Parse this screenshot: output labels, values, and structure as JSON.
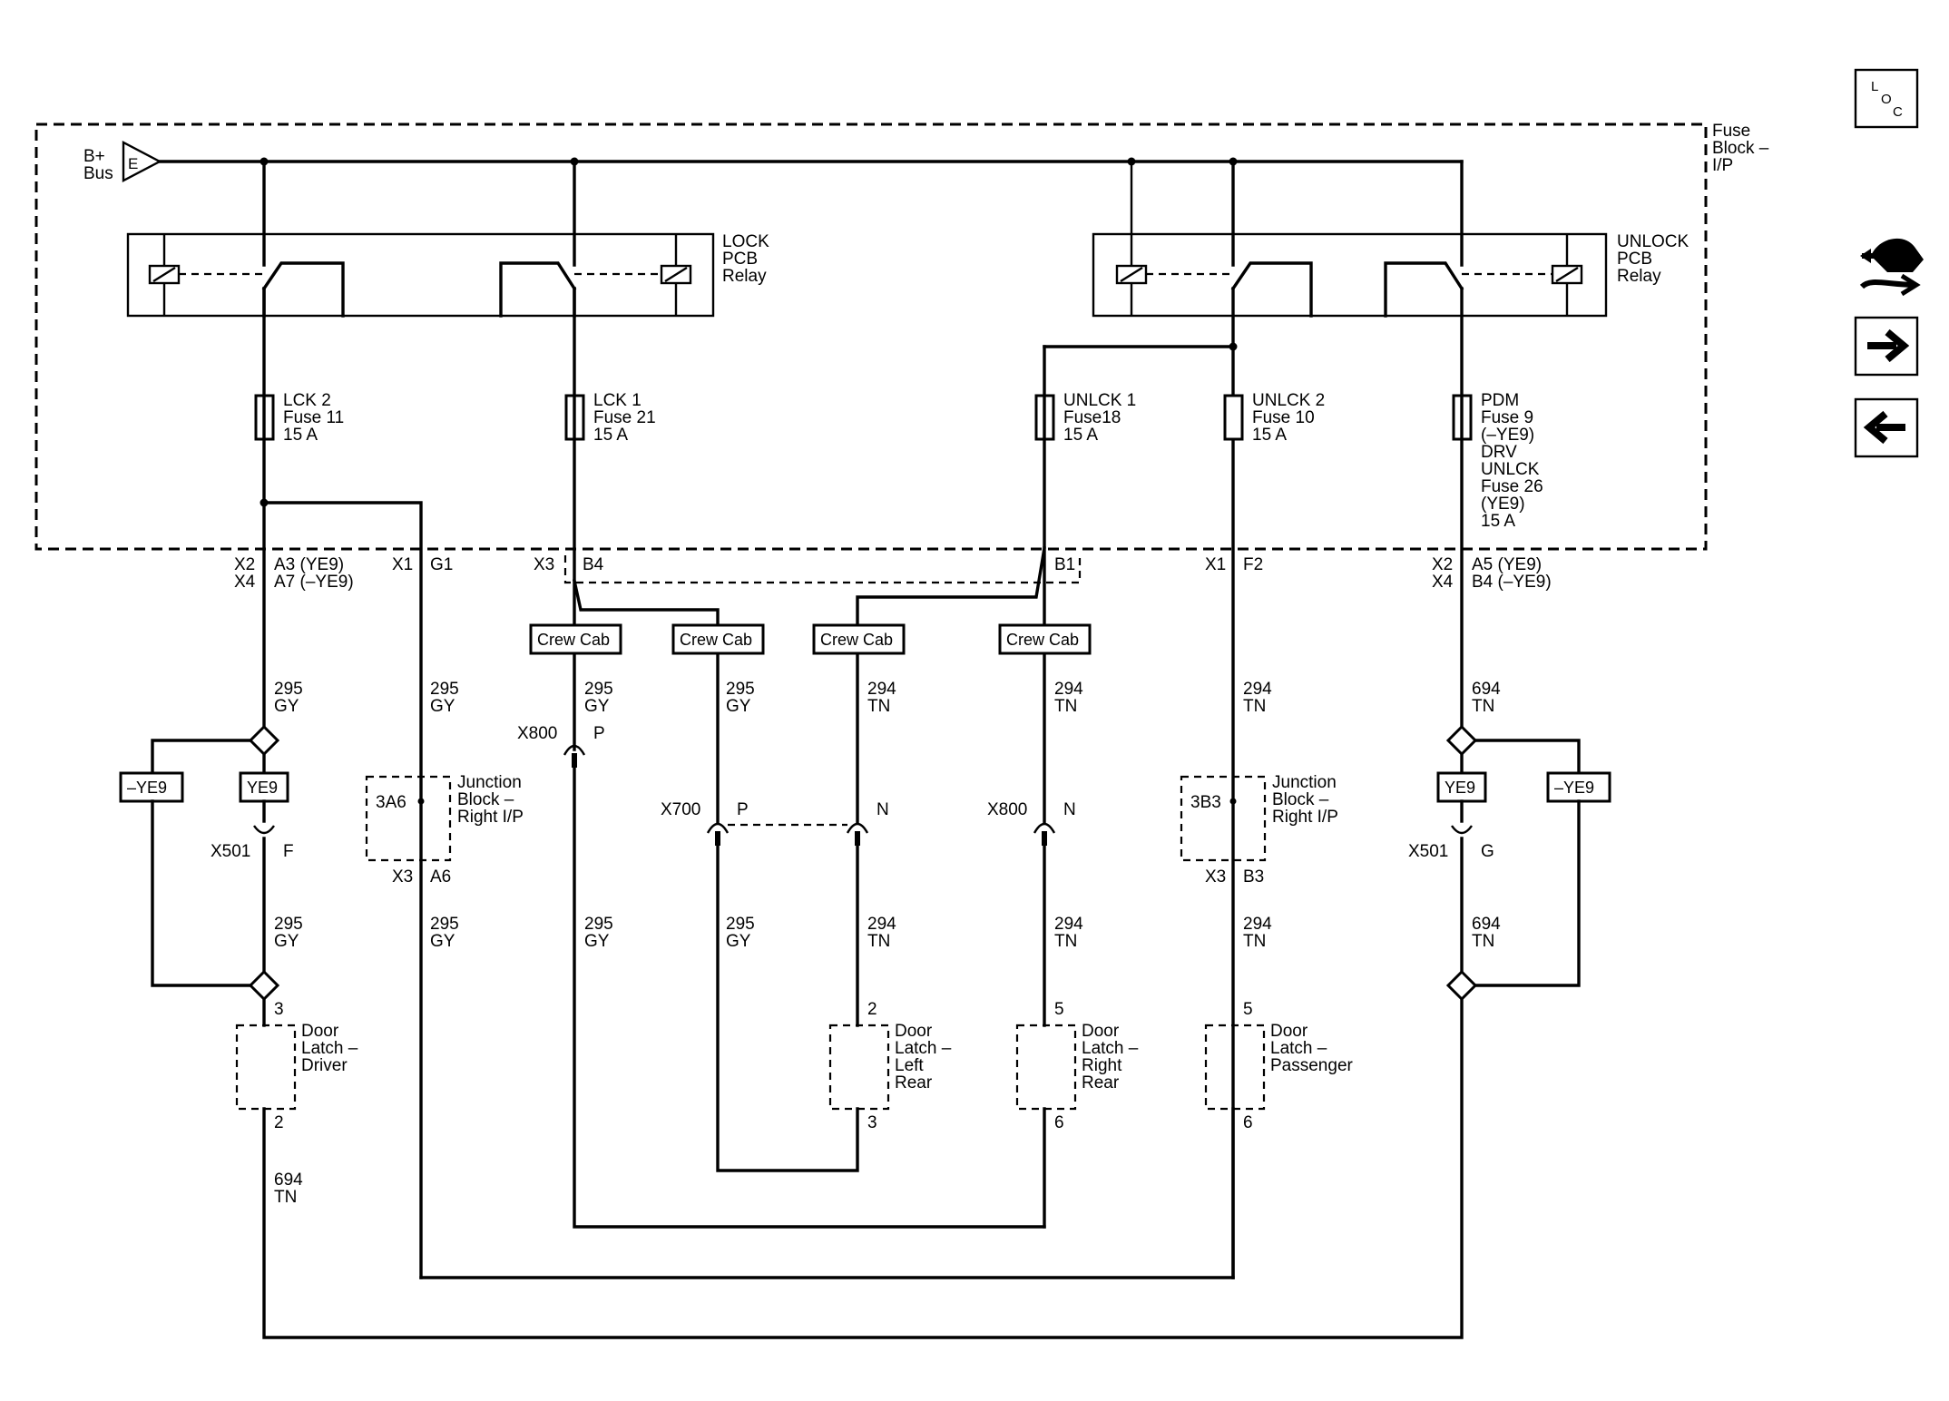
{
  "source": {
    "top": "B+",
    "bottom": "Bus",
    "letter": "E"
  },
  "fuse_block": [
    "Fuse",
    "Block –",
    "I/P"
  ],
  "lock_relay": [
    "LOCK",
    "PCB",
    "Relay"
  ],
  "unlock_relay": [
    "UNLOCK",
    "PCB",
    "Relay"
  ],
  "fuses": {
    "lck2": [
      "LCK 2",
      "Fuse 11",
      "15 A"
    ],
    "lck1": [
      "LCK 1",
      "Fuse 21",
      "15 A"
    ],
    "unlck1": [
      "UNLCK 1",
      "Fuse18",
      "15 A"
    ],
    "unlck2": [
      "UNLCK 2",
      "Fuse 10",
      "15 A"
    ],
    "pdm": [
      "PDM",
      "Fuse 9",
      "(–YE9)",
      "DRV",
      "UNLCK",
      "Fuse 26",
      "(YE9)",
      "15 A"
    ]
  },
  "connectors": {
    "x2_x4_left": {
      "a": "X2",
      "b": "X4",
      "c": "A3 (YE9)",
      "d": "A7 (–YE9)"
    },
    "x1_g1": {
      "a": "X1",
      "b": "G1"
    },
    "x3_b4": {
      "a": "X3",
      "b": "B4"
    },
    "b1": "B1",
    "x1_f2": {
      "a": "X1",
      "b": "F2"
    },
    "x2_x4_right": {
      "a": "X2",
      "b": "X4",
      "c": "A5 (YE9)",
      "d": "B4 (–YE9)"
    }
  },
  "crew_cab": "Crew Cab",
  "wires": {
    "c295": "295",
    "gy": "GY",
    "c294": "294",
    "tn": "TN",
    "c694": "694"
  },
  "options": {
    "ye9": "YE9",
    "not_ye9": "–YE9"
  },
  "inline": {
    "x501": "X501",
    "f": "F",
    "g": "G",
    "x800": "X800",
    "p": "P",
    "n": "N",
    "x700": "X700"
  },
  "junction_left": {
    "id": "3A6",
    "name": [
      "Junction",
      "Block –",
      "Right I/P"
    ],
    "conn": "X3",
    "pin": "A6"
  },
  "junction_right": {
    "id": "3B3",
    "name": [
      "Junction",
      "Block –",
      "Right I/P"
    ],
    "conn": "X3",
    "pin": "B3"
  },
  "latches": {
    "driver": {
      "name": [
        "Door",
        "Latch –",
        "Driver"
      ],
      "top_pin": "3",
      "bottom_pin": "2"
    },
    "left_rear": {
      "name": [
        "Door",
        "Latch –",
        "Left",
        "Rear"
      ],
      "top_pin": "2",
      "bottom_pin": "3"
    },
    "right_rear": {
      "name": [
        "Door",
        "Latch –",
        "Right",
        "Rear"
      ],
      "top_pin": "5",
      "bottom_pin": "6"
    },
    "passenger": {
      "name": [
        "Door",
        "Latch –",
        "Passenger"
      ],
      "top_pin": "5",
      "bottom_pin": "6"
    }
  },
  "nav": {
    "loc": [
      "L",
      "O",
      "C"
    ],
    "icons": [
      "connector-diagram-icon",
      "forward-arrow-icon",
      "back-arrow-icon"
    ]
  }
}
